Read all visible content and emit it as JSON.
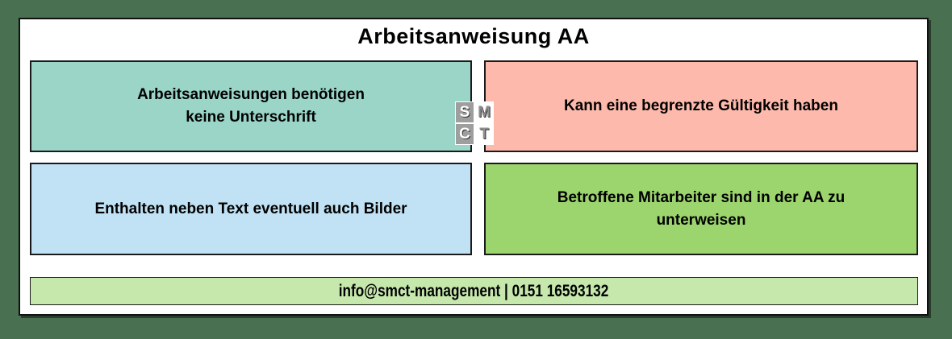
{
  "title": "Arbeitsanweisung AA",
  "colors": {
    "page_background": "#4a7052",
    "panel_background": "#ffffff",
    "border": "#1a1a1a",
    "box_teal": "#9ad5c8",
    "box_pink": "#fdb9ac",
    "box_blue": "#c0e2f4",
    "box_green": "#9cd46e",
    "footer_green": "#c6e8ad"
  },
  "boxes": [
    {
      "id": "top-left",
      "label": "Arbeitsanweisungen benötigen\nkeine Unterschrift",
      "color": "#9ad5c8"
    },
    {
      "id": "top-right",
      "label": "Kann eine begrenzte Gültigkeit haben",
      "color": "#fdb9ac"
    },
    {
      "id": "bottom-left",
      "label": "Enthalten neben Text eventuell auch Bilder",
      "color": "#c0e2f4"
    },
    {
      "id": "bottom-right",
      "label": "Betroffene Mitarbeiter sind in der AA zu\nunterweisen",
      "color": "#9cd46e"
    }
  ],
  "footer": {
    "contact": "info@smct-management | 0151 16593132"
  },
  "logo": {
    "name": "SMCT",
    "letters": [
      "S",
      "M",
      "C",
      "T"
    ]
  }
}
